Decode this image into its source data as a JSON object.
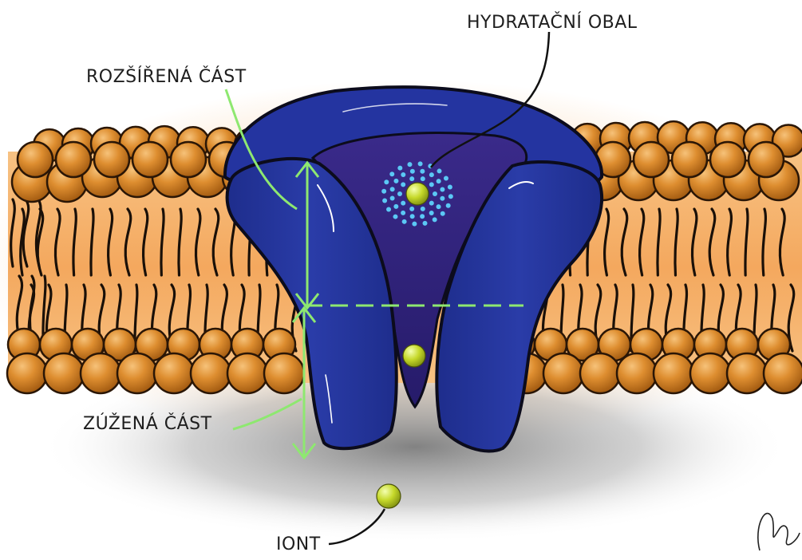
{
  "labels": {
    "hydration_shell": "HYDRATAČNÍ OBAL",
    "wide_part": "ROZŠÍŘENÁ ČÁST",
    "narrow_part": "ZÚŽENÁ ČÁST",
    "ion": "IONT"
  },
  "colors": {
    "lipid_head": "#d98a2b",
    "lipid_tail_bg": "#f3b066",
    "channel": "#25359a",
    "channel_pore": "#2d1f78",
    "ion": "#c6d92a",
    "hydration_dots": "#5bc8f5",
    "measure_lines": "#8ee870"
  },
  "structures": [
    "lipid-bilayer",
    "ion-channel",
    "hydration-shell",
    "ion"
  ]
}
